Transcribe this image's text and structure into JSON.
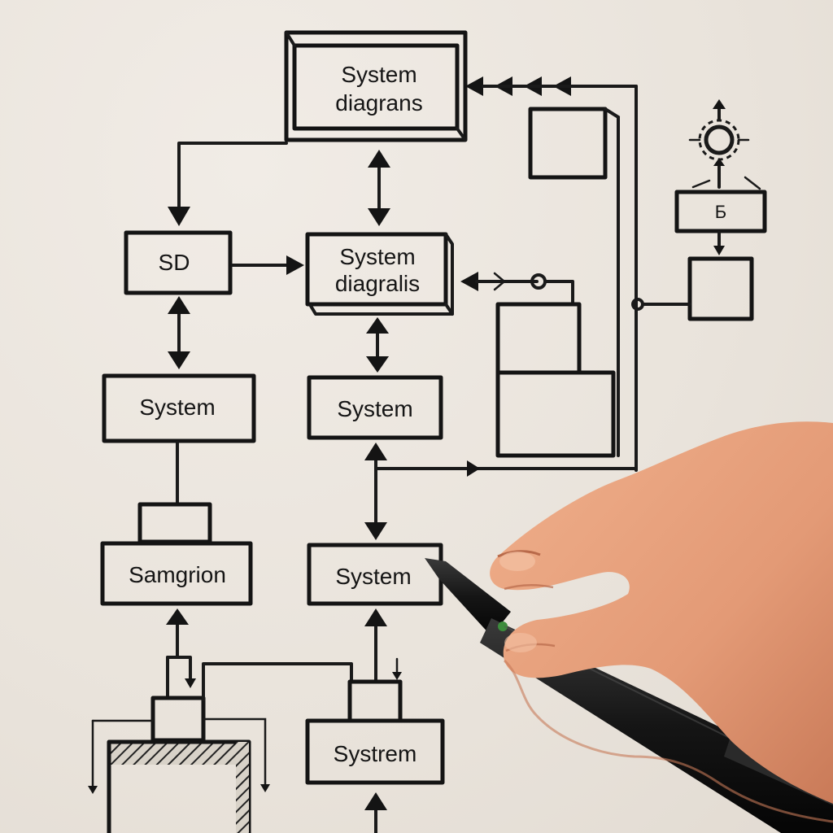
{
  "diagram": {
    "nodes": {
      "top": {
        "line1": "System",
        "line2": "diagrans"
      },
      "sd": {
        "label": "SD"
      },
      "middle": {
        "line1": "System",
        "line2": "diagralis"
      },
      "system_left": {
        "label": "System"
      },
      "system_center": {
        "label": "System"
      },
      "samgrion": {
        "label": "Samgrion"
      },
      "system_lower": {
        "label": "System"
      },
      "systrem": {
        "label": "Systrem"
      },
      "b_box": {
        "label": "Б"
      }
    }
  },
  "colors": {
    "paper": "#ece6de",
    "ink": "#141414",
    "skin": "#e8a07c",
    "pen": "#1c1c1c"
  },
  "icons": [
    "gear-icon",
    "pen-icon",
    "hand-icon"
  ]
}
